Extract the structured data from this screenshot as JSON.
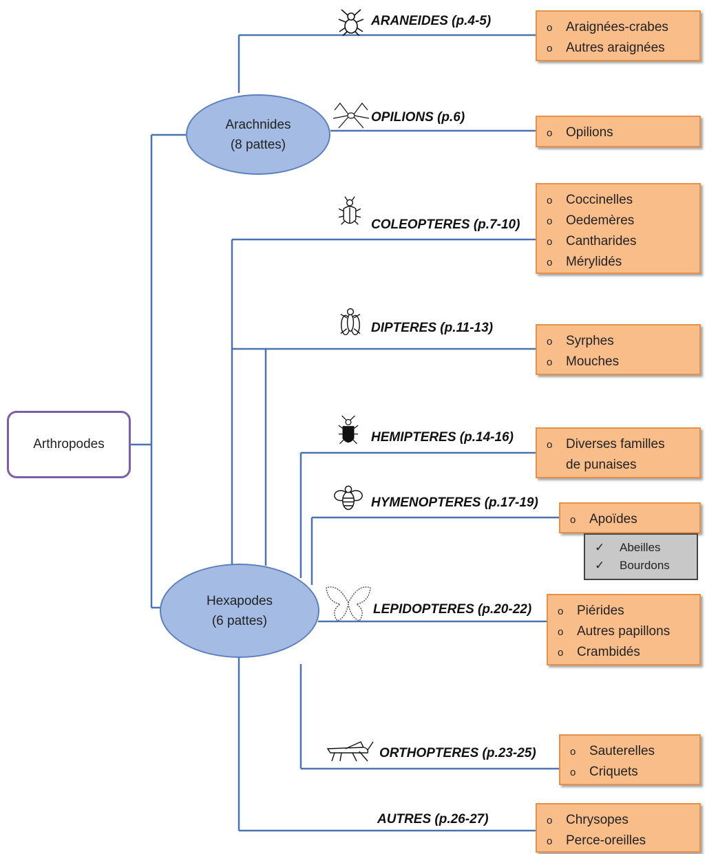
{
  "root": {
    "label": "Arthropodes"
  },
  "groups": {
    "arachnides": {
      "name": "Arachnides",
      "sub": "(8 pattes)"
    },
    "hexapodes": {
      "name": "Hexapodes",
      "sub": "(6 pattes)"
    }
  },
  "categories": [
    {
      "label": "ARANEIDES (p.4-5)",
      "icon": "spider-icon",
      "items": [
        "Araignées-crabes",
        "Autres araignées"
      ]
    },
    {
      "label": "OPILIONS (p.6)",
      "icon": "harvestman-icon",
      "items": [
        "Opilions"
      ]
    },
    {
      "label": "COLEOPTERES (p.7-10)",
      "icon": "beetle-icon",
      "items": [
        "Coccinelles",
        "Oedemères",
        "Cantharides",
        "Mérylidés"
      ]
    },
    {
      "label": "DIPTERES (p.11-13)",
      "icon": "fly-icon",
      "items": [
        "Syrphes",
        "Mouches"
      ]
    },
    {
      "label": "HEMIPTERES (p.14-16)",
      "icon": "bug-icon",
      "items": [
        "Diverses familles",
        "de punaises"
      ]
    },
    {
      "label": "HYMENOPTERES (p.17-19)",
      "icon": "bee-icon",
      "items": [
        "Apoïdes"
      ]
    },
    {
      "label": "LEPIDOPTERES (p.20-22)",
      "icon": "butterfly-icon",
      "items": [
        "Piérides",
        "Autres papillons",
        "Crambidés"
      ]
    },
    {
      "label": "ORTHOPTERES (p.23-25)",
      "icon": "grasshopper-icon",
      "items": [
        "Sauterelles",
        "Criquets"
      ]
    },
    {
      "label": "AUTRES (p.26-27)",
      "icon": "",
      "items": [
        "Chrysopes",
        "Perce-oreilles"
      ]
    }
  ],
  "apoides_sub": [
    "Abeilles",
    "Bourdons"
  ],
  "colors": {
    "line": "#4a72b0",
    "ellipse": "#a4bce4",
    "box": "#f9bd8a",
    "box_border": "#e8904a",
    "root_border": "#7b5ea7"
  }
}
